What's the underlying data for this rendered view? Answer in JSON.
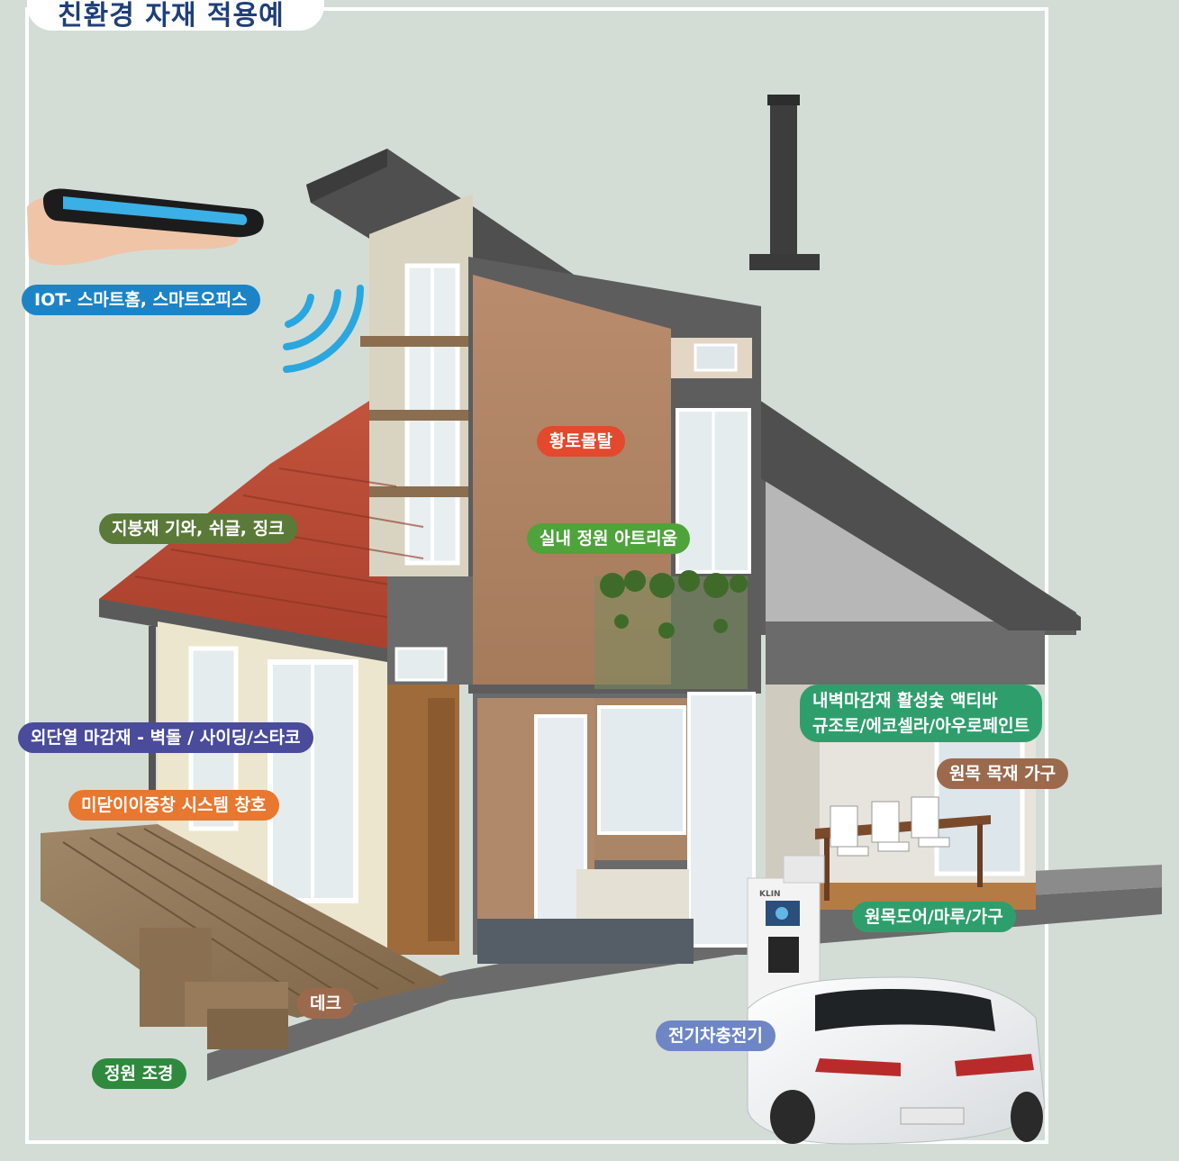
{
  "title": "친환경 자재 적용예",
  "colors": {
    "background": "#d3ddd6",
    "title_text": "#1f3f7a",
    "blue": "#1c84c6",
    "red": "#e3492c",
    "olive": "#5b7a3a",
    "green": "#4ea33b",
    "purple": "#4a4b9b",
    "orange": "#e8772f",
    "teal": "#2f9e6d",
    "brown": "#9b6a4d",
    "periwinkle": "#6e86c6",
    "dark_green": "#2f8a3e"
  },
  "labels": {
    "iot": "IOT- 스마트홈, 스마트오피스",
    "hwangto": "황토몰탈",
    "roof": "지붕재 기와, 쉬글, 징크",
    "atrium": "실내 정원 아트리움",
    "insulation": "외단열 마감재 - 벽돌 / 사이딩/스타코",
    "window": "미닫이이중창 시스템 창호",
    "interior_line1": "내벽마감재   활성숯 액티바",
    "interior_line2": "규조토/에코셀라/아우로페인트",
    "furniture": "원목 목재 가구",
    "door_floor": "원목도어/마루/가구",
    "deck": "데크",
    "ev_charger": "전기차충전기",
    "garden": "정원 조경"
  },
  "charger_brand": "KLIN"
}
